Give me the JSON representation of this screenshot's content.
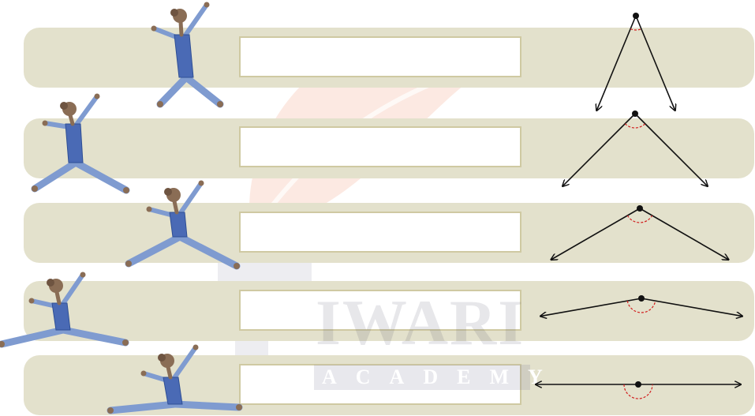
{
  "watermark": {
    "title": "IWARI",
    "subtitle": "ACADEMY"
  },
  "rows": [
    {
      "angle_deg": 45,
      "answer": ""
    },
    {
      "angle_deg": 90,
      "answer": ""
    },
    {
      "angle_deg": 120,
      "answer": ""
    },
    {
      "angle_deg": 160,
      "answer": ""
    },
    {
      "angle_deg": 180,
      "answer": ""
    }
  ],
  "colors": {
    "band": "#e3e1cc",
    "box_border": "#cfc9a2",
    "ray": "#111111",
    "arc": "#d21e1e",
    "leotard": "#4a6ab5",
    "tights": "#7f9bd0",
    "skin": "#8a6d55",
    "watermark_leaf": "#f39c7a"
  }
}
